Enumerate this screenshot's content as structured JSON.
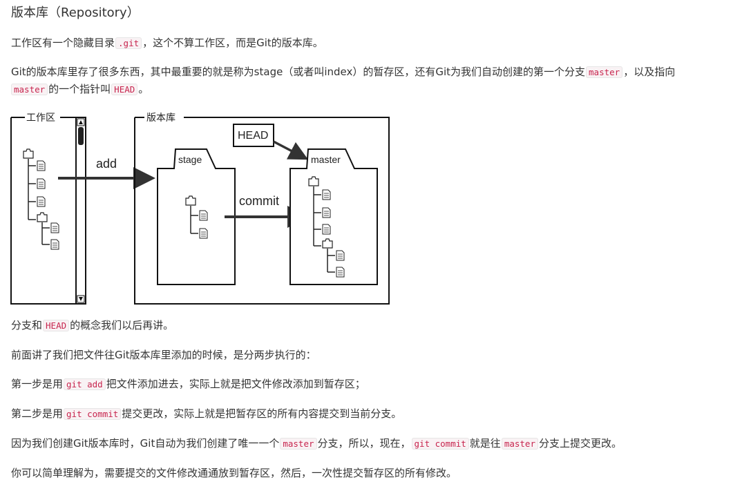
{
  "heading": "版本库（Repository）",
  "p1": {
    "before": "工作区有一个隐藏目录",
    "code": ".git",
    "after": "，这个不算工作区，而是Git的版本库。"
  },
  "p2": {
    "line1_before": "Git的版本库里存了很多东西，其中最重要的就是称为stage（或者叫index）的暂存区，还有Git为我们自动创建的第一个分支",
    "line1_code": "master",
    "line1_after": "，以及指向",
    "line2_code1": "master",
    "line2_mid": "的一个指针叫",
    "line2_code2": "HEAD",
    "line2_after": "。"
  },
  "diagram": {
    "workspace_label": "工作区",
    "repo_label": "版本库",
    "stage_label": "stage",
    "master_label": "master",
    "head_label": "HEAD",
    "add_label": "add",
    "commit_label": "commit"
  },
  "p3": {
    "before": "分支和",
    "code": "HEAD",
    "after": "的概念我们以后再讲。"
  },
  "p4": {
    "text": "前面讲了我们把文件往Git版本库里添加的时候，是分两步执行的："
  },
  "p5": {
    "before": "第一步是用",
    "code": "git add",
    "after": "把文件添加进去，实际上就是把文件修改添加到暂存区；"
  },
  "p6": {
    "before": "第二步是用",
    "code": "git commit",
    "after": "提交更改，实际上就是把暂存区的所有内容提交到当前分支。"
  },
  "p7": {
    "t1": "因为我们创建Git版本库时，Git自动为我们创建了唯一一个",
    "c1": "master",
    "t2": "分支，所以，现在，",
    "c2": "git commit",
    "t3": "就是往",
    "c3": "master",
    "t4": "分支上提交更改。"
  },
  "p8": {
    "text": "你可以简单理解为，需要提交的文件修改通通放到暂存区，然后，一次性提交暂存区的所有修改。"
  }
}
